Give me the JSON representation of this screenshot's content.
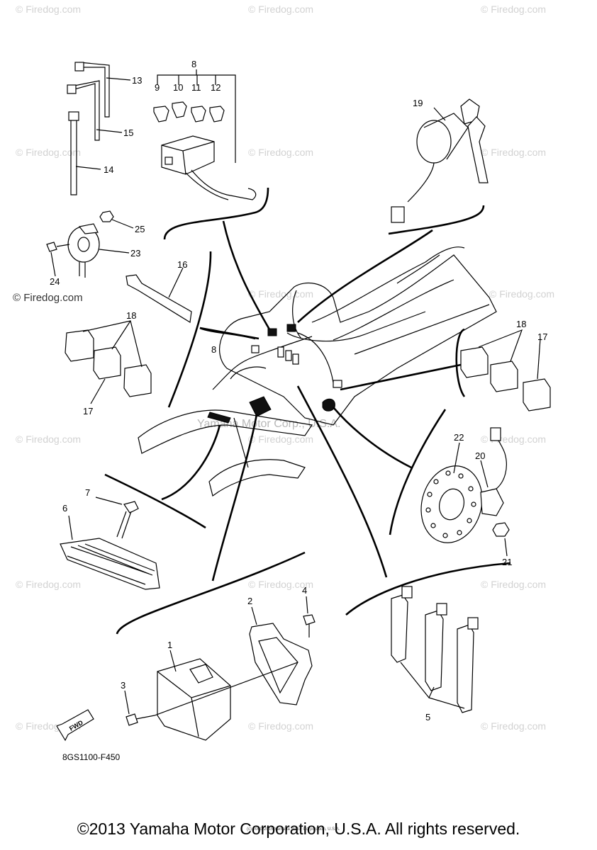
{
  "watermark_text": "© Firedog.com",
  "center_watermark": "Yamaha Motor Corp., U.S.A.",
  "small_copyright": "(c) 2000-2015 Yamaha Motor Corporation, U.S.A.",
  "callouts": [
    "1",
    "2",
    "3",
    "4",
    "5",
    "6",
    "7",
    "8",
    "9",
    "10",
    "11",
    "12",
    "13",
    "14",
    "15",
    "16",
    "17",
    "18",
    "19",
    "20",
    "21",
    "22",
    "23",
    "24",
    "25"
  ],
  "fwd_label": "FWD",
  "diagram_code": "8GS1100-F450",
  "footer_text": "©2013 Yamaha Motor Corporation, U.S.A. All rights reserved."
}
